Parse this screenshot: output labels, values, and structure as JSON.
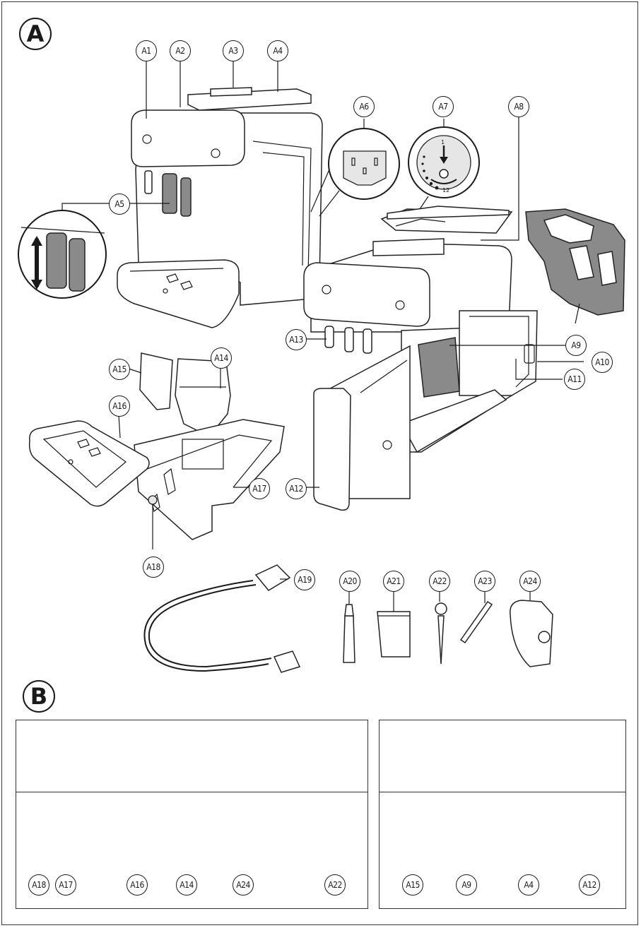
{
  "sections": {
    "a": "A",
    "b": "B"
  },
  "callouts_a": {
    "A1": "A1",
    "A2": "A2",
    "A3": "A3",
    "A4": "A4",
    "A5": "A5",
    "A6": "A6",
    "A7": "A7",
    "A8": "A8",
    "A9": "A9",
    "A10": "A10",
    "A11": "A11",
    "A12": "A12",
    "A13": "A13",
    "A14": "A14",
    "A15": "A15",
    "A16": "A16",
    "A17": "A17",
    "A18": "A18",
    "A19": "A19",
    "A20": "A20",
    "A21": "A21",
    "A22": "A22",
    "A23": "A23",
    "A24": "A24"
  },
  "dial": {
    "top": "1",
    "bottom": "12"
  },
  "dishwasher_safe": [
    "A18",
    "A17",
    "A16",
    "A14",
    "A24",
    "A22"
  ],
  "not_dishwasher_safe": [
    "A15",
    "A9",
    "A4",
    "A12"
  ],
  "icons": {
    "dishwasher": "dishwasher-icon",
    "no_dishwasher": "no-dishwasher-icon"
  },
  "colors": {
    "line": "#1a1a1a",
    "part_grey": "#8a8a8a",
    "background": "#ffffff"
  }
}
